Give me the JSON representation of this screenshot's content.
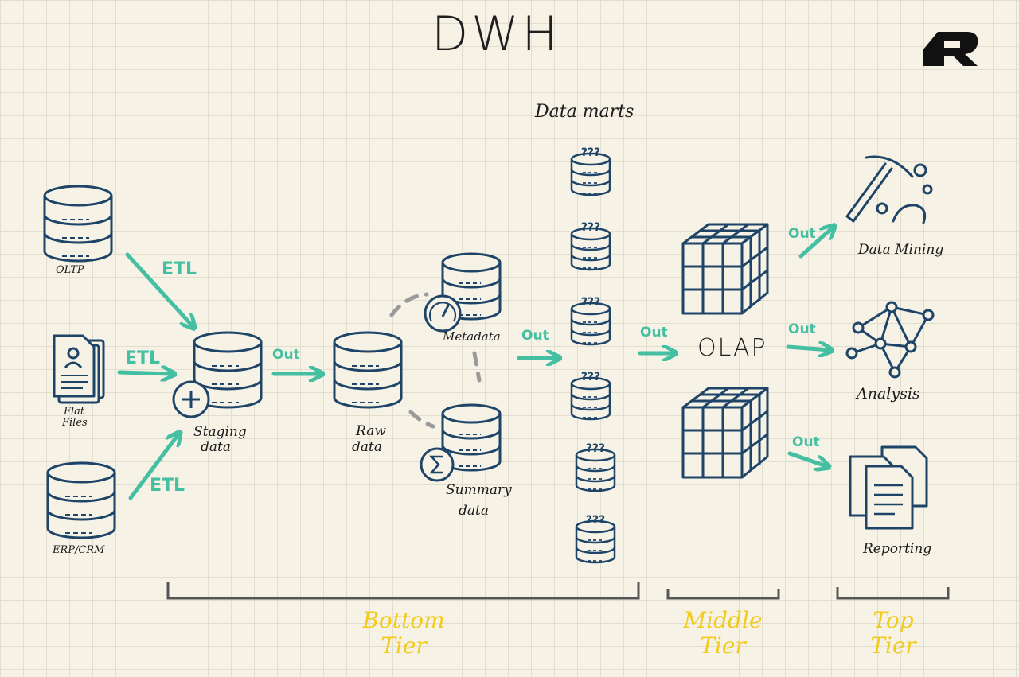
{
  "title": "DWH",
  "sources": {
    "oltp": "OLTP",
    "flat_files_1": "Flat",
    "flat_files_2": "Files",
    "erp": "ERP/CRM"
  },
  "flow": {
    "etl_1": "ETL",
    "etl_2": "ETL",
    "etl_3": "ETL",
    "out_1": "Out",
    "out_2": "Out",
    "out_3": "Out",
    "out_4": "Out",
    "out_5": "Out",
    "out_6": "Out"
  },
  "nodes": {
    "staging_1": "Staging",
    "staging_2": "data",
    "raw_1": "Raw",
    "raw_2": "data",
    "metadata": "Metadata",
    "summary_1": "Summary",
    "summary_2": "data",
    "data_marts": "Data marts",
    "olap": "OLAP",
    "data_mining": "Data Mining",
    "analysis": "Analysis",
    "reporting": "Reporting"
  },
  "tiers": {
    "bottom_1": "Bottom",
    "bottom_2": "Tier",
    "middle_1": "Middle",
    "middle_2": "Tier",
    "top_1": "Top",
    "top_2": "Tier"
  },
  "data_mart_symbol": "???",
  "colors": {
    "ink": "#1e4468",
    "teal": "#45bfa2",
    "tier": "#f2cb1c",
    "bracket": "#555555",
    "link": "#9a9a9a"
  }
}
